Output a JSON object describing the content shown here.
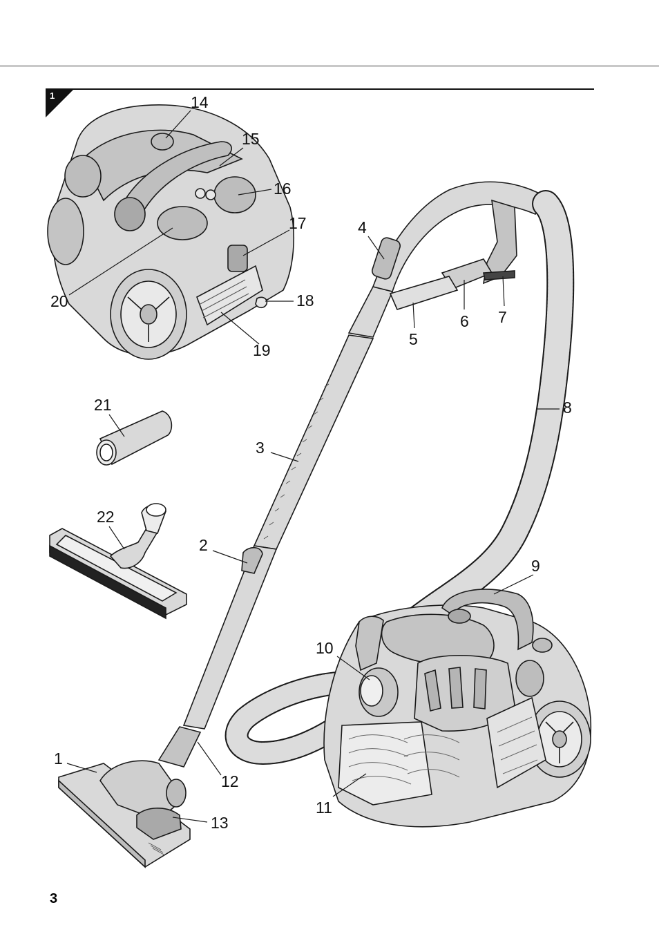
{
  "figure": {
    "number": "1"
  },
  "page": {
    "number": "3"
  },
  "callouts": {
    "c1": "1",
    "c2": "2",
    "c3": "3",
    "c4": "4",
    "c5": "5",
    "c6": "6",
    "c7": "7",
    "c8": "8",
    "c9": "9",
    "c10": "10",
    "c11": "11",
    "c12": "12",
    "c13": "13",
    "c14": "14",
    "c15": "15",
    "c16": "16",
    "c17": "17",
    "c18": "18",
    "c19": "19",
    "c20": "20",
    "c21": "21",
    "c22": "22"
  },
  "colors": {
    "line": "#1a1a1a",
    "fill": "#d9d9d9",
    "fill_dark": "#a9a9a9",
    "rule": "#c8c8c8"
  }
}
